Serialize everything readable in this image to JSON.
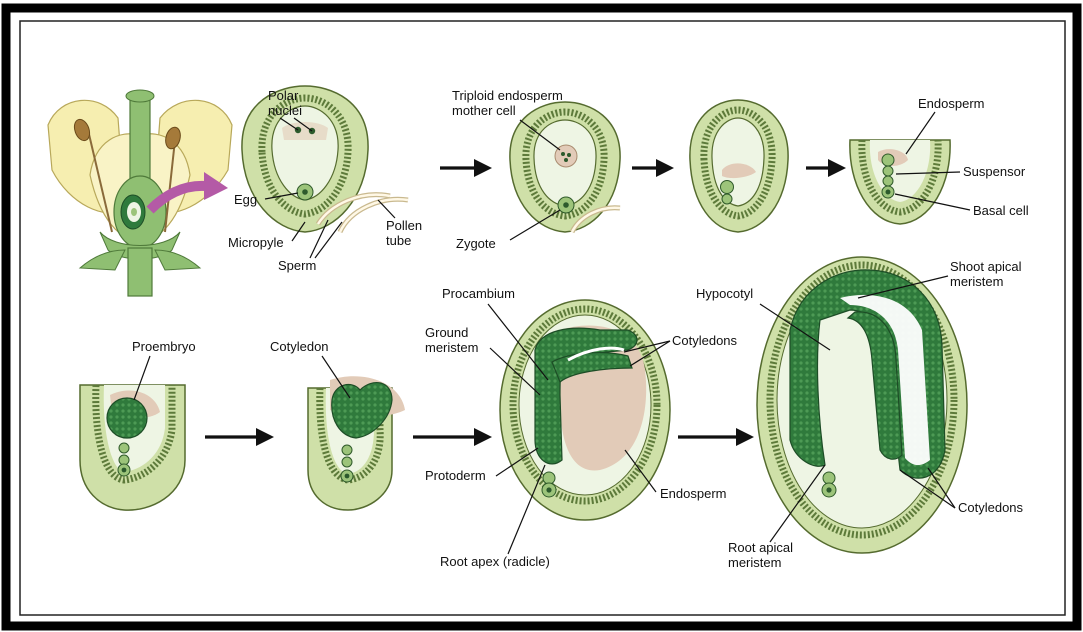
{
  "labels": {
    "polar_nuclei": [
      "Polar",
      "nuclei"
    ],
    "egg": "Egg",
    "micropyle": "Micropyle",
    "sperm": "Sperm",
    "pollen_tube": [
      "Pollen",
      "tube"
    ],
    "triploid": [
      "Triploid endosperm",
      "mother cell"
    ],
    "zygote": "Zygote",
    "endosperm_top": "Endosperm",
    "suspensor": "Suspensor",
    "basal_cell": "Basal cell",
    "proembryo": "Proembryo",
    "cotyledon": "Cotyledon",
    "procambium": "Procambium",
    "ground_meristem": [
      "Ground",
      "meristem"
    ],
    "cotyledons_mid": "Cotyledons",
    "protoderm": "Protoderm",
    "endosperm_mid": "Endosperm",
    "root_apex": "Root apex (radicle)",
    "hypocotyl": "Hypocotyl",
    "shoot_apical": [
      "Shoot apical",
      "meristem"
    ],
    "cotyledons_right": "Cotyledons",
    "root_apical": [
      "Root apical",
      "meristem"
    ]
  },
  "colors": {
    "frame": "#000000",
    "tissue": "#cfe0a8",
    "embryo": "#2f7a3c",
    "endosperm": "#e2cbb8",
    "petal": "#f6eeb0",
    "highlight_arrow": "#b45aa6"
  }
}
